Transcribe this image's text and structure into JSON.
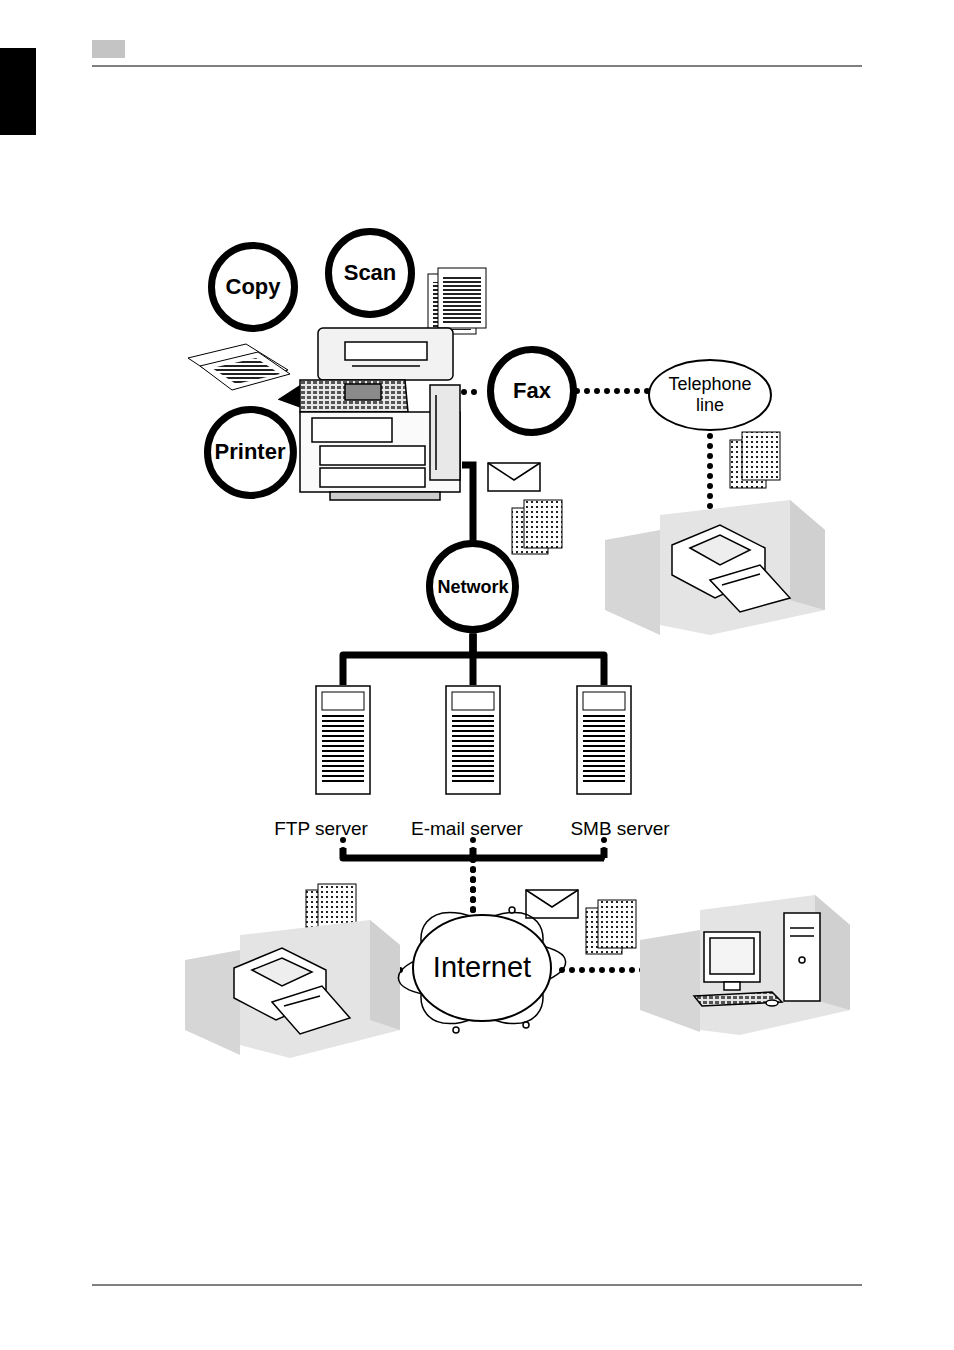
{
  "diagram": {
    "nodes": [
      {
        "text": [
          "Copy"
        ]
      },
      {
        "text": [
          "Scan"
        ]
      },
      {
        "text": [
          "Printer"
        ]
      },
      {
        "text": [
          "Fax"
        ]
      },
      {
        "text": [
          "Telephone line"
        ]
      },
      {
        "text": [
          "Network"
        ]
      },
      {
        "text": [
          "FTP server"
        ]
      },
      {
        "text": [
          "E-mail server"
        ]
      },
      {
        "text": [
          "SMB server"
        ]
      },
      {
        "text": [
          "Internet"
        ]
      }
    ],
    "edges": [
      {
        "from": 3,
        "to": 4,
        "arrow": "none"
      },
      {
        "from": 5,
        "to": 6,
        "arrow": "none"
      },
      {
        "from": 5,
        "to": 7,
        "arrow": "none"
      },
      {
        "from": 5,
        "to": 8,
        "arrow": "none"
      },
      {
        "from": 6,
        "to": 9,
        "arrow": "none"
      },
      {
        "from": 7,
        "to": 9,
        "arrow": "none"
      },
      {
        "from": 8,
        "to": 9,
        "arrow": "none"
      }
    ]
  }
}
